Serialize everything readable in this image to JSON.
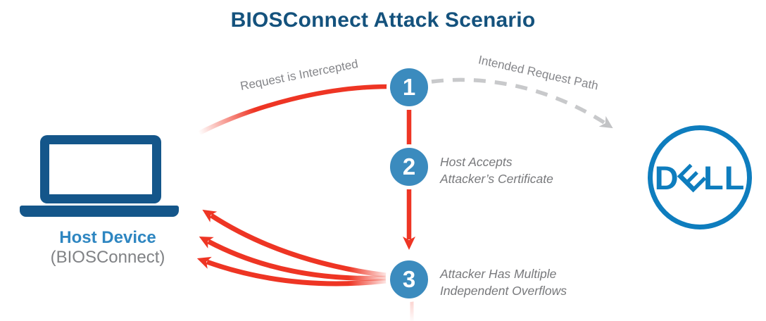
{
  "title": "BIOSConnect Attack Scenario",
  "host": {
    "label": "Host Device",
    "sublabel": "(BIOSConnect)"
  },
  "steps": [
    {
      "number": "1"
    },
    {
      "number": "2",
      "lines": [
        "Host Accepts",
        "Attacker’s Certificate"
      ]
    },
    {
      "number": "3",
      "lines": [
        "Attacker Has Multiple",
        "Independent Overflows"
      ]
    }
  ],
  "paths": {
    "intercepted_label": "Request is Intercepted",
    "intended_label": "Intended Request Path"
  },
  "dell": {
    "letters": [
      "D",
      "E",
      "L",
      "L"
    ]
  },
  "colors": {
    "title_navy": "#14527d",
    "laptop_navy": "#14568a",
    "step_circle_blue": "#3b8bbe",
    "host_label_blue": "#2e86c1",
    "dell_blue": "#0e7dbe",
    "attack_red": "#ee3524",
    "label_gray": "#77787b",
    "dashed_gray": "#c8c9cb"
  }
}
